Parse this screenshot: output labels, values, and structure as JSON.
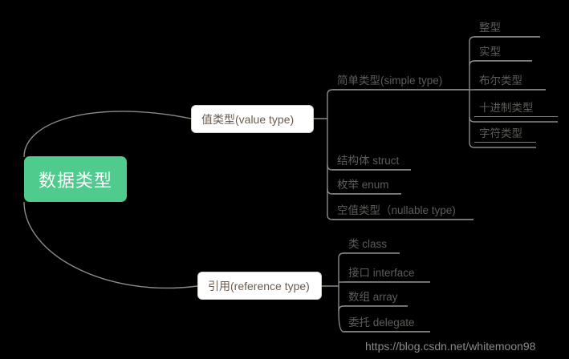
{
  "diagram": {
    "title": "数据类型",
    "root": {
      "label": "数据类型",
      "color": "#4ecb8d",
      "text_color": "#ffffff"
    },
    "branches": [
      {
        "label": "值类型(value type)",
        "children": [
          {
            "label": "简单类型(simple type)",
            "children": [
              {
                "label": "整型"
              },
              {
                "label": "实型"
              },
              {
                "label": "布尔类型"
              },
              {
                "label": "十进制类型"
              },
              {
                "label": "字符类型"
              }
            ]
          },
          {
            "label": "结构体 struct"
          },
          {
            "label": "枚举 enum"
          },
          {
            "label": "空值类型（nullable type)"
          }
        ]
      },
      {
        "label": "引用(reference type)",
        "children": [
          {
            "label": "类 class"
          },
          {
            "label": "接口 interface"
          },
          {
            "label": "数组 array"
          },
          {
            "label": "委托 delegate"
          }
        ]
      }
    ]
  },
  "watermark": {
    "text": "https://blog.csdn.net/whitemoon98"
  },
  "colors": {
    "background": "#000000",
    "accent_green": "#4ecb8d",
    "connector": "#8b8b87",
    "leaf_text": "#5d5d5a",
    "box_text": "#6b5b4d",
    "watermark_text": "#8a8a8a"
  }
}
